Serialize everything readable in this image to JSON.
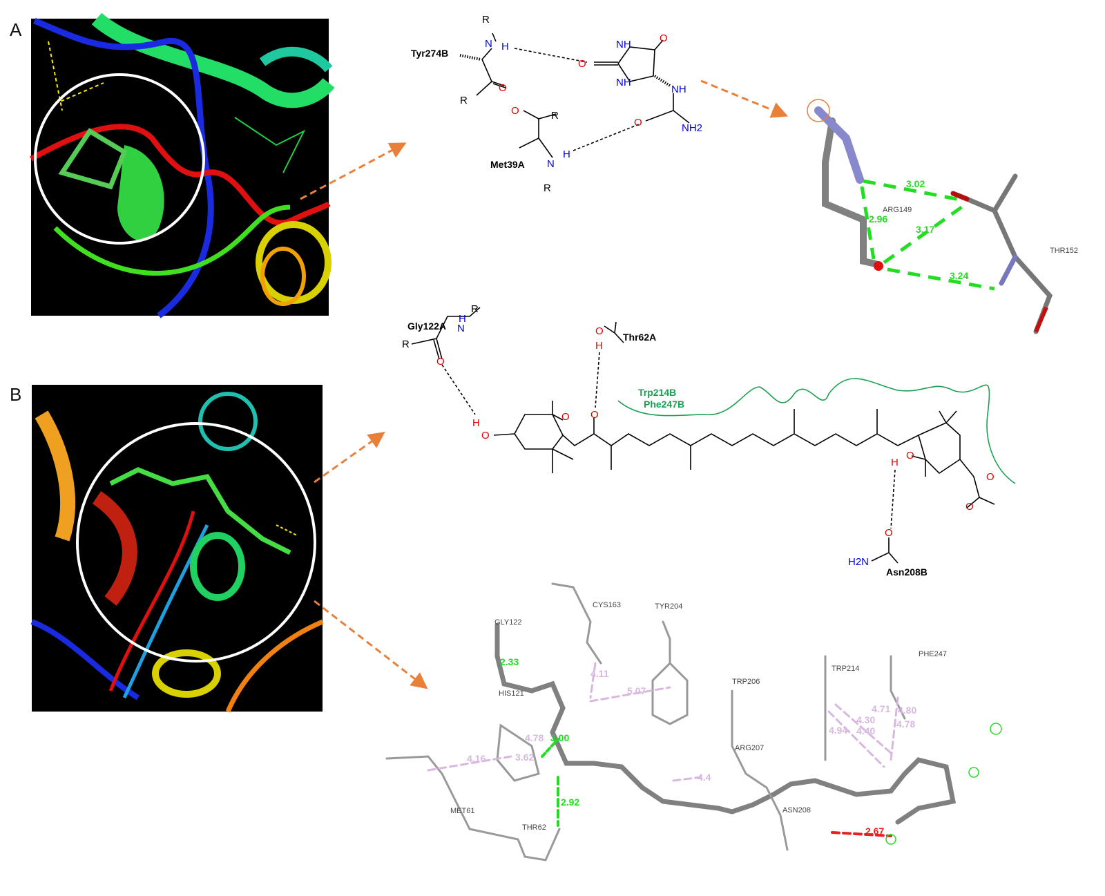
{
  "panels": {
    "a_letter": "A",
    "b_letter": "B"
  },
  "panel_a": {
    "diagram_2d": {
      "residues": [
        "Tyr274B",
        "Met39A"
      ],
      "atoms": [
        "R",
        "N",
        "H",
        "R",
        "O",
        "O",
        "NH",
        "O",
        "NH",
        "NH",
        "O",
        "NH2",
        "O",
        "R",
        "N",
        "H",
        "R"
      ]
    },
    "view_3d": {
      "residues": [
        "ARG149",
        "THR152"
      ],
      "distances": [
        "3.02",
        "2.96",
        "3.17",
        "3.24"
      ]
    }
  },
  "panel_b": {
    "diagram_2d": {
      "residues": [
        "Gly122A",
        "Thr62A",
        "Asn208B"
      ],
      "hydrophobic_residues": [
        "Trp214B",
        "Phe247B"
      ],
      "atoms": [
        "R",
        "N",
        "H",
        "R",
        "O",
        "H",
        "O",
        "O",
        "H",
        "O",
        "O",
        "H",
        "O",
        "O",
        "O",
        "O",
        "H2N"
      ]
    },
    "view_3d": {
      "residues": [
        "CYS163",
        "TYR204",
        "GLY122",
        "HIS121",
        "TRP206",
        "TRP214",
        "PHE247",
        "ARG207",
        "MET61",
        "THR62",
        "ASN208"
      ],
      "hbond_distances": [
        "2.33",
        "3.00",
        "2.92"
      ],
      "unfavorable_distance": "2.67",
      "hydrophobic_distances": [
        "4.11",
        "5.07",
        "4.78",
        "4.16",
        "3.62",
        "4.4",
        "4.71",
        "4.30",
        "4.80",
        "4.78",
        "4.94",
        "4.40"
      ]
    }
  },
  "colors": {
    "arrow": "#e8803a",
    "hbond_3d": "#22dd22",
    "hydrophobic_3d": "#d8b8e0",
    "unfavorable_3d": "#e82020",
    "oxygen": "#e00000",
    "nitrogen": "#0000e0",
    "hydrophobic_2d": "#1aa050"
  }
}
